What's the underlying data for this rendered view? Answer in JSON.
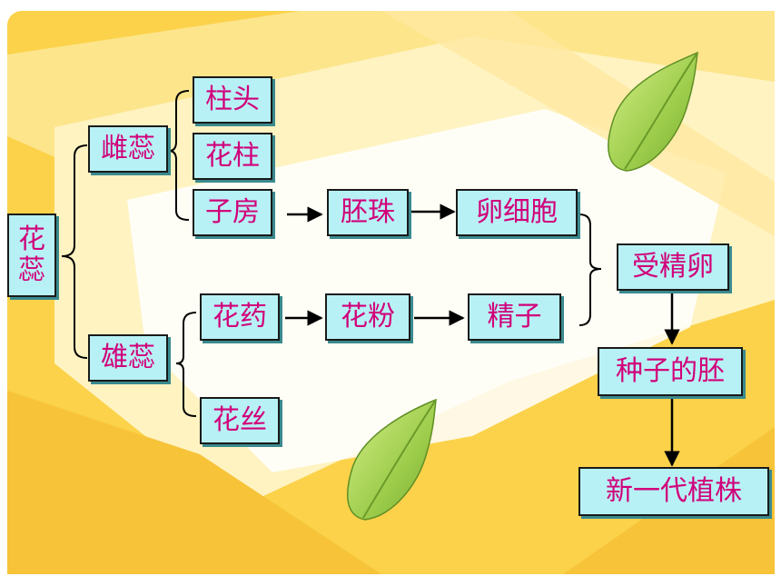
{
  "root": {
    "label_line1": "花",
    "label_line2": "蕊"
  },
  "pistil": {
    "label": "雌蕊",
    "stigma": "柱头",
    "style": "花柱",
    "ovary": "子房",
    "ovule": "胚珠",
    "egg_cell": "卵细胞"
  },
  "stamen": {
    "label": "雄蕊",
    "anther": "花药",
    "filament": "花丝",
    "pollen": "花粉",
    "sperm": "精子"
  },
  "result": {
    "zygote": "受精卵",
    "embryo": "种子的胚",
    "new_plant": "新一代植株"
  },
  "colors": {
    "box_fill": "#b7f1f5",
    "box_text": "#d1007a",
    "background_yellow": "#fbd24a",
    "leaf_green": "#9ccc4a"
  },
  "icons": [
    "leaf-icon"
  ]
}
